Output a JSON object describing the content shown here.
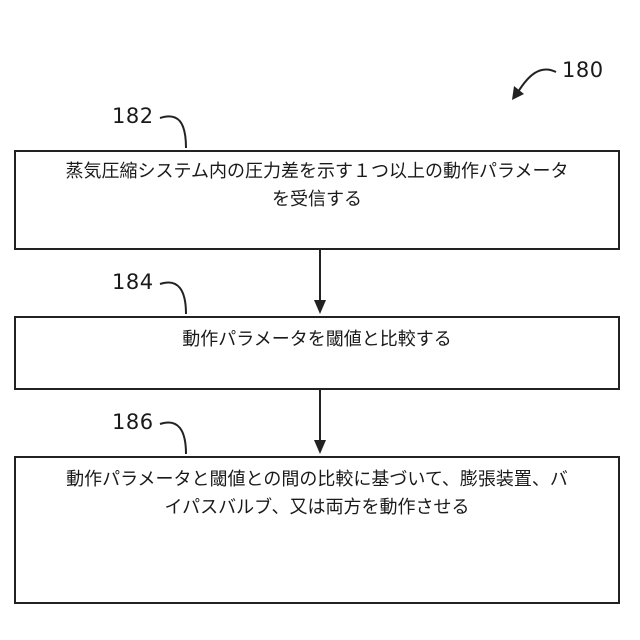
{
  "figure": {
    "ref": "180"
  },
  "steps": [
    {
      "ref": "182",
      "lines": [
        "蒸気圧縮システム内の圧力差を示す１つ以上の動作パラメータ",
        "を受信する"
      ]
    },
    {
      "ref": "184",
      "lines": [
        "動作パラメータを閾値と比較する"
      ]
    },
    {
      "ref": "186",
      "lines": [
        "動作パラメータと閾値との間の比較に基づいて、膨張装置、バ",
        "イパスバルブ、又は両方を動作させる"
      ]
    }
  ]
}
